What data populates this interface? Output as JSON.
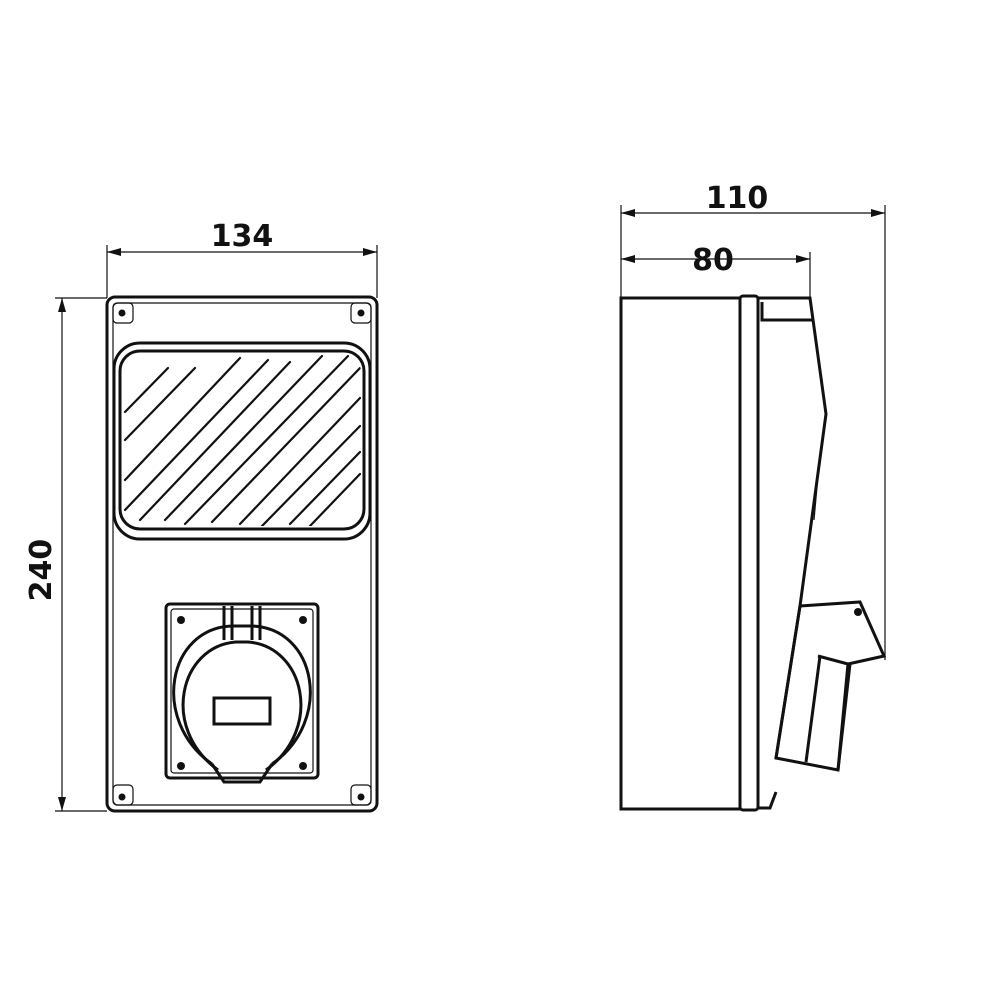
{
  "dimensions": {
    "front_width": "134",
    "front_height": "240",
    "side_depth_total": "110",
    "side_depth_body": "80"
  },
  "colors": {
    "line": "#111111",
    "background": "#ffffff"
  }
}
